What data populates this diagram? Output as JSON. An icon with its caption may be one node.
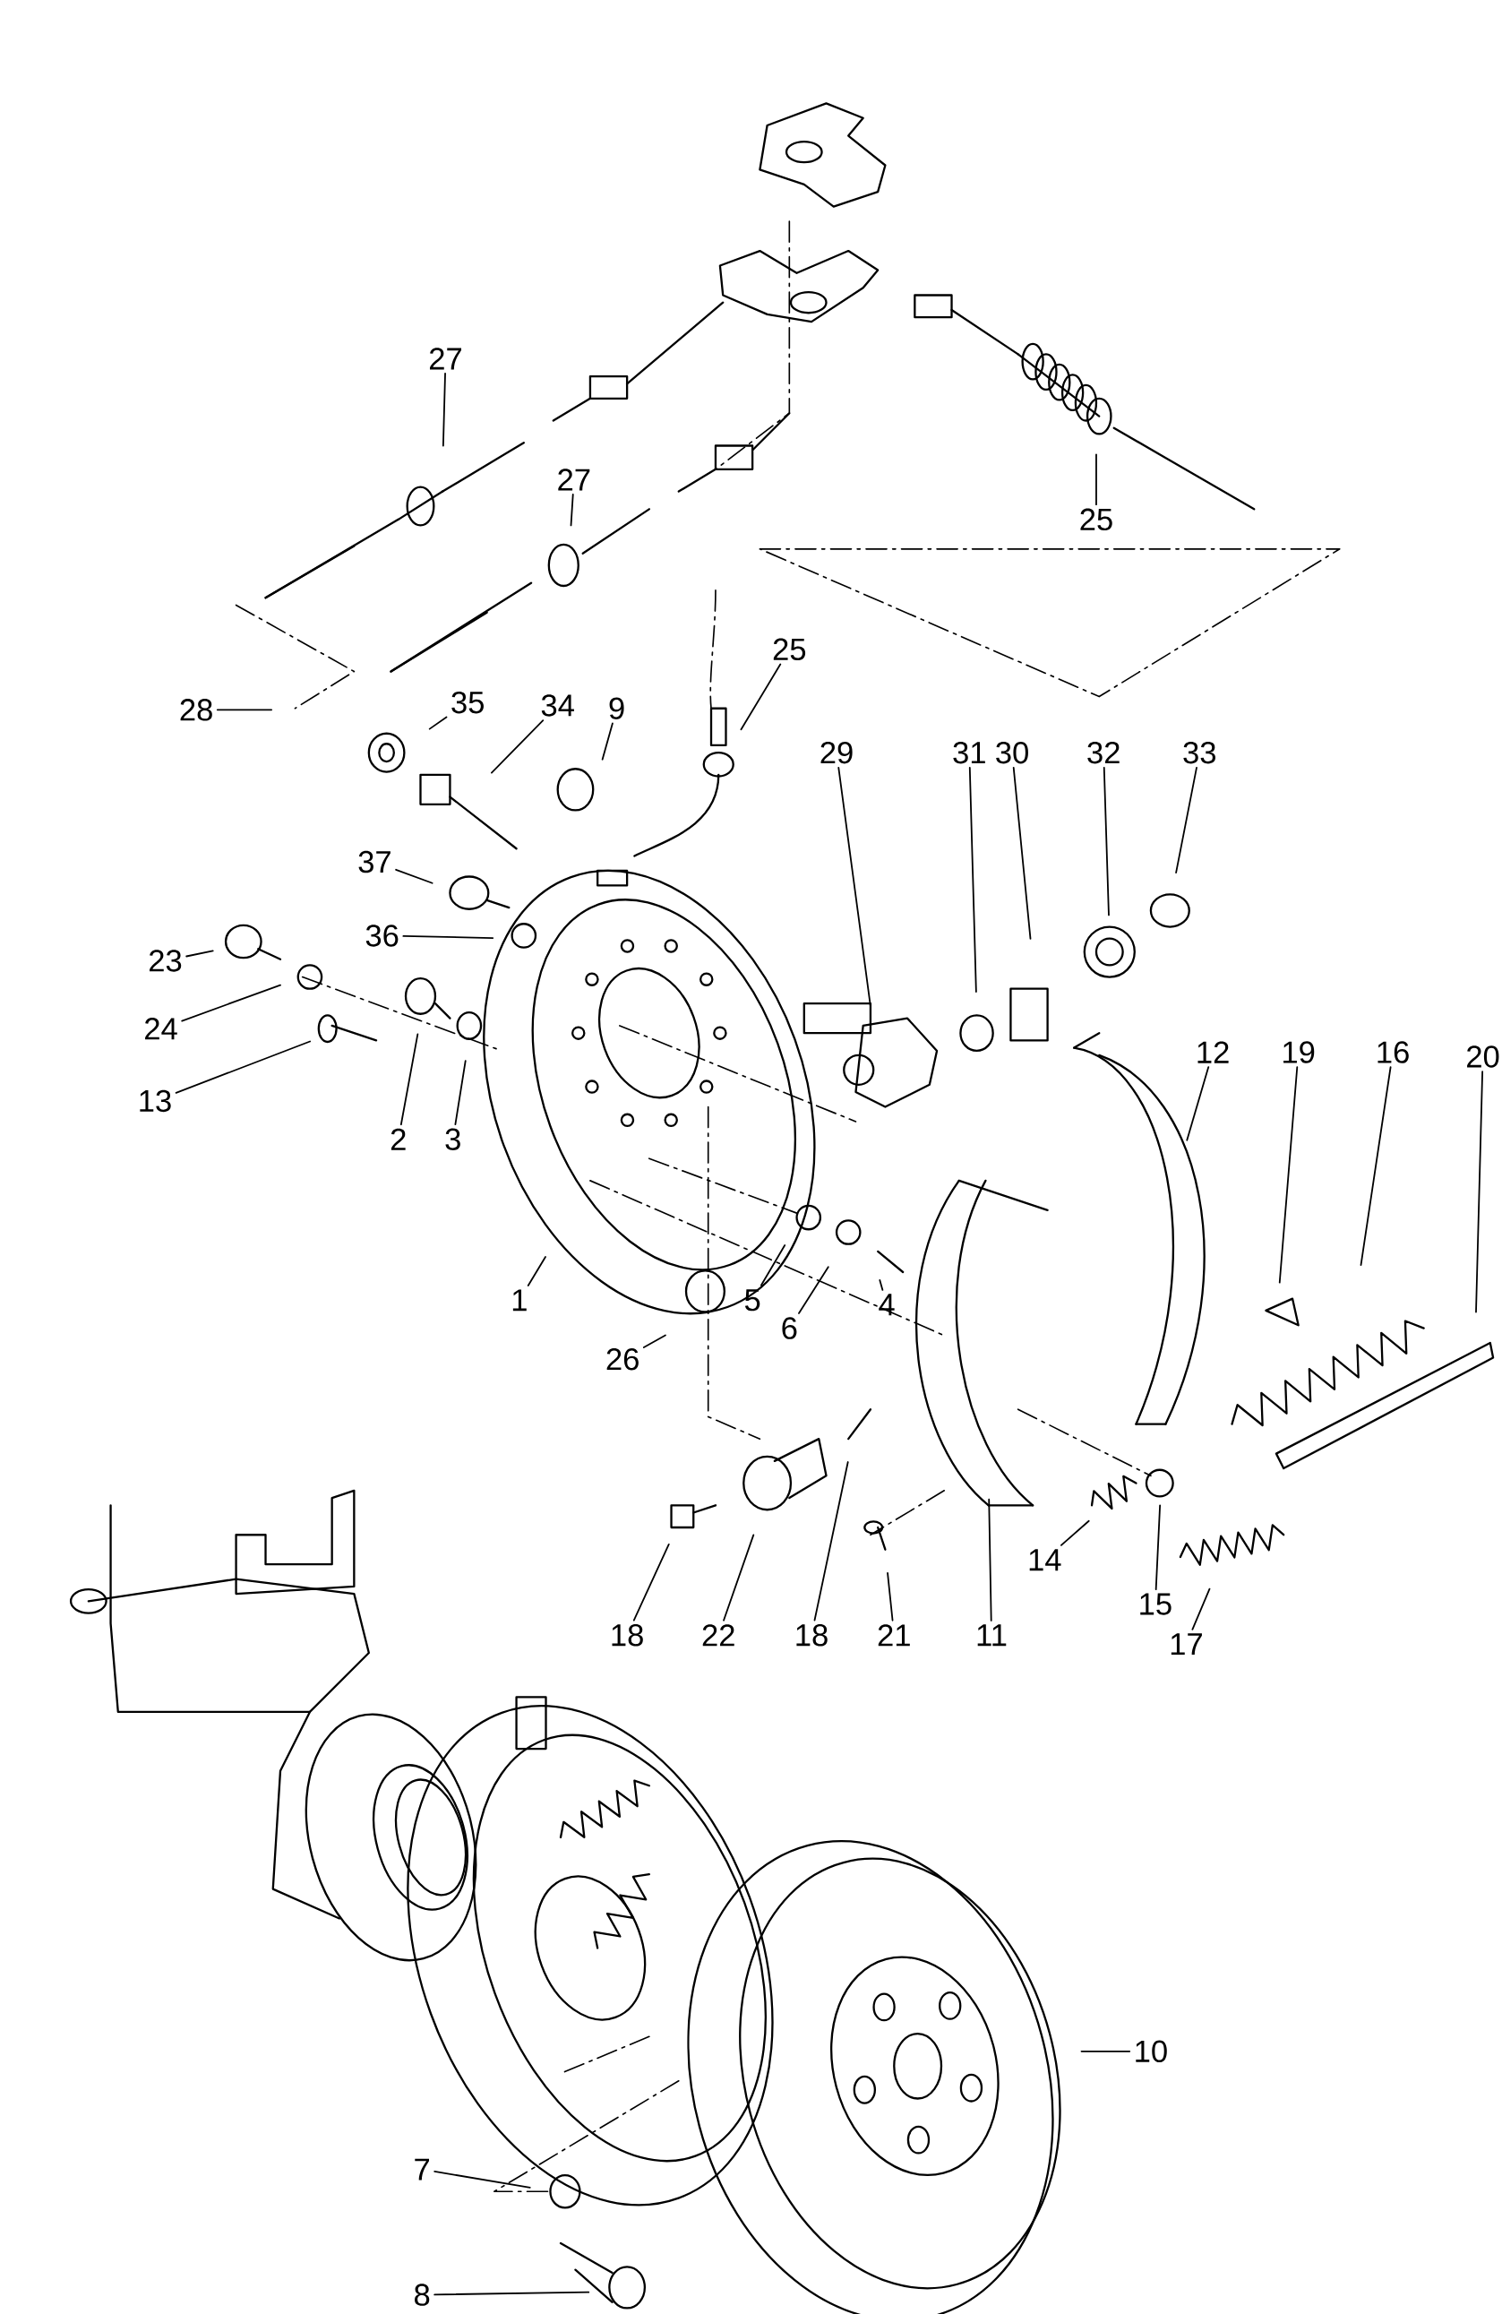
{
  "diagram": {
    "nodes": [
      {
        "text": [
          "27"
        ]
      },
      {
        "text": [
          "27"
        ]
      },
      {
        "text": [
          "25"
        ]
      },
      {
        "text": [
          "25"
        ]
      },
      {
        "text": [
          "28"
        ]
      },
      {
        "text": [
          "35"
        ]
      },
      {
        "text": [
          "34"
        ]
      },
      {
        "text": [
          "9"
        ]
      },
      {
        "text": [
          "29"
        ]
      },
      {
        "text": [
          "31"
        ]
      },
      {
        "text": [
          "30"
        ]
      },
      {
        "text": [
          "32"
        ]
      },
      {
        "text": [
          "33"
        ]
      },
      {
        "text": [
          "37"
        ]
      },
      {
        "text": [
          "36"
        ]
      },
      {
        "text": [
          "23"
        ]
      },
      {
        "text": [
          "24"
        ]
      },
      {
        "text": [
          "13"
        ]
      },
      {
        "text": [
          "2"
        ]
      },
      {
        "text": [
          "3"
        ]
      },
      {
        "text": [
          "12"
        ]
      },
      {
        "text": [
          "19"
        ]
      },
      {
        "text": [
          "16"
        ]
      },
      {
        "text": [
          "20"
        ]
      },
      {
        "text": [
          "1"
        ]
      },
      {
        "text": [
          "5"
        ]
      },
      {
        "text": [
          "6"
        ]
      },
      {
        "text": [
          "4"
        ]
      },
      {
        "text": [
          "26"
        ]
      },
      {
        "text": [
          "14"
        ]
      },
      {
        "text": [
          "15"
        ]
      },
      {
        "text": [
          "17"
        ]
      },
      {
        "text": [
          "18"
        ]
      },
      {
        "text": [
          "22"
        ]
      },
      {
        "text": [
          "18"
        ]
      },
      {
        "text": [
          "21"
        ]
      },
      {
        "text": [
          "11"
        ]
      },
      {
        "text": [
          "10"
        ]
      },
      {
        "text": [
          "7"
        ]
      },
      {
        "text": [
          "8"
        ]
      }
    ],
    "edges": [
      {
        "from": 0,
        "to": null,
        "arrow": "none"
      },
      {
        "from": 1,
        "to": null,
        "arrow": "none"
      },
      {
        "from": 2,
        "to": null,
        "arrow": "none"
      },
      {
        "from": 3,
        "to": null,
        "arrow": "none"
      },
      {
        "from": 4,
        "to": null,
        "arrow": "none"
      },
      {
        "from": 5,
        "to": null,
        "arrow": "none"
      },
      {
        "from": 6,
        "to": null,
        "arrow": "none"
      },
      {
        "from": 7,
        "to": null,
        "arrow": "none"
      },
      {
        "from": 8,
        "to": null,
        "arrow": "none"
      },
      {
        "from": 9,
        "to": null,
        "arrow": "none"
      },
      {
        "from": 10,
        "to": null,
        "arrow": "none"
      },
      {
        "from": 11,
        "to": null,
        "arrow": "none"
      },
      {
        "from": 12,
        "to": null,
        "arrow": "none"
      },
      {
        "from": 13,
        "to": null,
        "arrow": "none"
      },
      {
        "from": 14,
        "to": null,
        "arrow": "none"
      },
      {
        "from": 15,
        "to": null,
        "arrow": "none"
      },
      {
        "from": 16,
        "to": null,
        "arrow": "none"
      },
      {
        "from": 17,
        "to": null,
        "arrow": "none"
      },
      {
        "from": 18,
        "to": null,
        "arrow": "none"
      },
      {
        "from": 19,
        "to": null,
        "arrow": "none"
      },
      {
        "from": 20,
        "to": null,
        "arrow": "none"
      },
      {
        "from": 21,
        "to": null,
        "arrow": "none"
      },
      {
        "from": 22,
        "to": null,
        "arrow": "none"
      },
      {
        "from": 23,
        "to": null,
        "arrow": "none"
      },
      {
        "from": 24,
        "to": null,
        "arrow": "none"
      },
      {
        "from": 25,
        "to": null,
        "arrow": "none"
      },
      {
        "from": 26,
        "to": null,
        "arrow": "none"
      },
      {
        "from": 27,
        "to": null,
        "arrow": "none"
      },
      {
        "from": 28,
        "to": null,
        "arrow": "none"
      },
      {
        "from": 29,
        "to": null,
        "arrow": "none"
      },
      {
        "from": 30,
        "to": null,
        "arrow": "none"
      },
      {
        "from": 31,
        "to": null,
        "arrow": "none"
      },
      {
        "from": 32,
        "to": null,
        "arrow": "none"
      },
      {
        "from": 33,
        "to": null,
        "arrow": "none"
      },
      {
        "from": 34,
        "to": null,
        "arrow": "none"
      },
      {
        "from": 35,
        "to": null,
        "arrow": "none"
      },
      {
        "from": 36,
        "to": null,
        "arrow": "none"
      },
      {
        "from": 37,
        "to": null,
        "arrow": "none"
      },
      {
        "from": 38,
        "to": null,
        "arrow": "none"
      },
      {
        "from": 39,
        "to": null,
        "arrow": "none"
      }
    ]
  }
}
